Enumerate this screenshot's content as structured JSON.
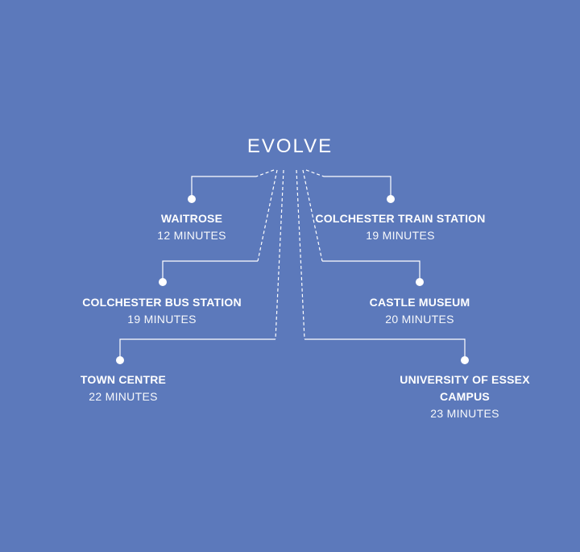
{
  "title": "EVOLVE",
  "locations": [
    {
      "name": "WAITROSE",
      "time": "12 MINUTES"
    },
    {
      "name": "COLCHESTER TRAIN STATION",
      "time": "19 MINUTES"
    },
    {
      "name": "COLCHESTER BUS STATION",
      "time": "19 MINUTES"
    },
    {
      "name": "CASTLE MUSEUM",
      "time": "20 MINUTES"
    },
    {
      "name": "TOWN CENTRE",
      "time": "22 MINUTES"
    },
    {
      "name": "UNIVERSITY OF ESSEX",
      "name2": "CAMPUS",
      "time": "23 MINUTES"
    }
  ],
  "colors": {
    "background": "#5c79bb",
    "foreground": "#ffffff"
  }
}
